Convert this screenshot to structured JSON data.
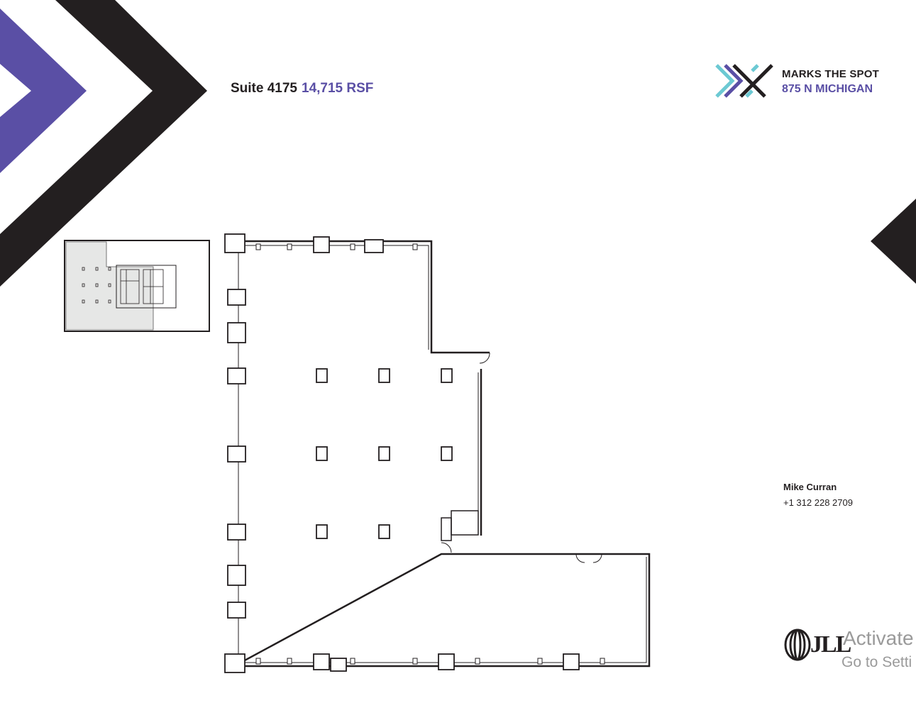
{
  "header": {
    "suite": "Suite 4175",
    "area": "14,715 RSF"
  },
  "brand": {
    "line1": "MARKS THE SPOT",
    "line2": "875 N MICHIGAN",
    "icon": "x-chevron-logo-icon"
  },
  "contact": {
    "name": "Mike Curran",
    "phone": "+1 312 228 2709"
  },
  "footer_logo": {
    "text": "JLL",
    "icon": "jll-logo-icon"
  },
  "watermark": {
    "line1": "Activate",
    "line2": "Go to Setti"
  },
  "colors": {
    "purple": "#5a4fa5",
    "black": "#231f20",
    "teal": "#6cc9d3",
    "keyplan_fill": "#e6e7e6"
  }
}
